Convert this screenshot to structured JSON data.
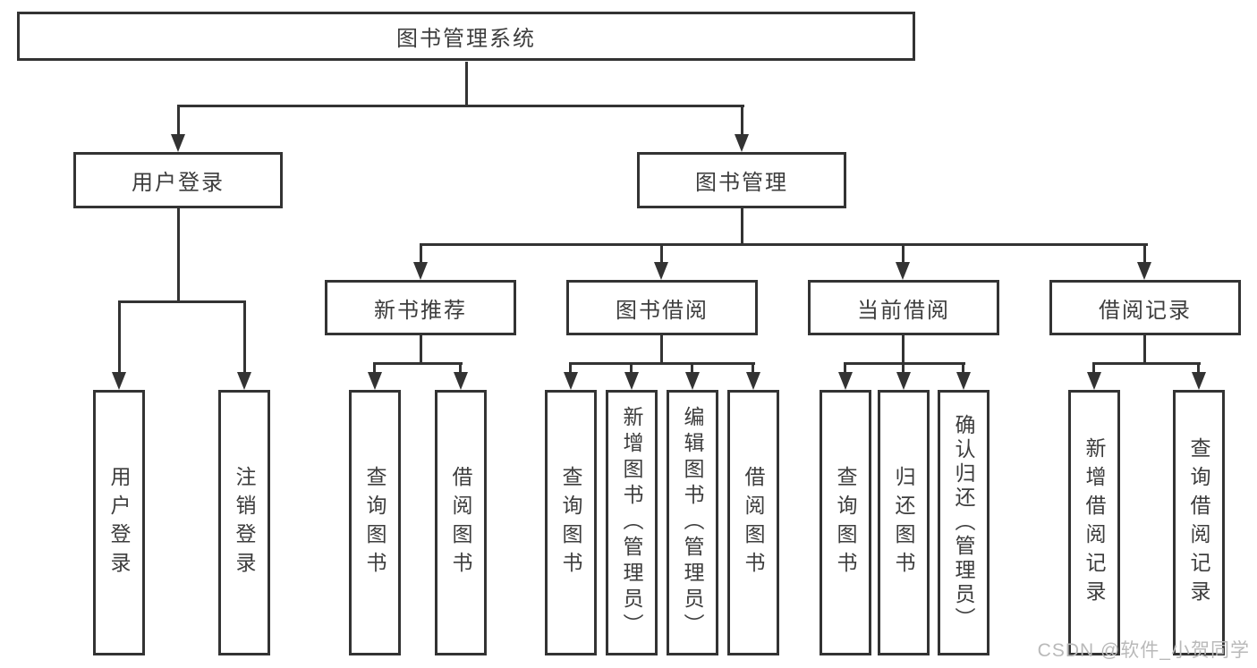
{
  "diagram": {
    "type": "hierarchy-tree",
    "tree": {
      "root": {
        "label": "图书管理系统",
        "children": [
          {
            "label": "用户登录",
            "children": [
              {
                "label": "用户登录"
              },
              {
                "label": "注销登录"
              }
            ]
          },
          {
            "label": "图书管理",
            "children": [
              {
                "label": "新书推荐",
                "children": [
                  {
                    "label": "查询图书"
                  },
                  {
                    "label": "借阅图书"
                  }
                ]
              },
              {
                "label": "图书借阅",
                "children": [
                  {
                    "label": "查询图书"
                  },
                  {
                    "label": "新增图书（管理员）"
                  },
                  {
                    "label": "编辑图书（管理员）"
                  },
                  {
                    "label": "借阅图书"
                  }
                ]
              },
              {
                "label": "当前借阅",
                "children": [
                  {
                    "label": "查询图书"
                  },
                  {
                    "label": "归还图书"
                  },
                  {
                    "label": "确认归还（管理员）"
                  }
                ]
              },
              {
                "label": "借阅记录",
                "children": [
                  {
                    "label": "新增借阅记录"
                  },
                  {
                    "label": "查询借阅记录"
                  }
                ]
              }
            ]
          }
        ]
      }
    },
    "colors": {
      "line": "#333333",
      "box_border": "#333333",
      "box_fill": "#ffffff",
      "text": "#3d3d3d",
      "background": "#ffffff",
      "watermark": "#b9b9b9"
    }
  },
  "watermark": {
    "text": "CSDN @软件_小贺同学"
  }
}
